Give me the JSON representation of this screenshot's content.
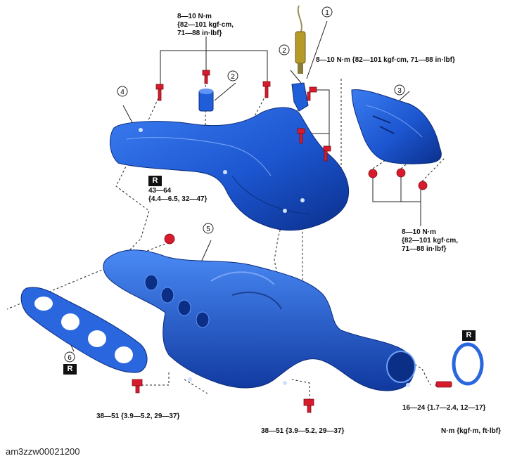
{
  "torques": {
    "top_left": [
      "8—10 N·m",
      "{82—101 kgf·cm,",
      "71—88 in·lbf}"
    ],
    "top_right": "8—10 N·m {82—101 kgf·cm, 71—88 in·lbf}",
    "right_mid": [
      "8—10 N·m",
      "{82—101 kgf·cm,",
      "71—88 in·lbf}"
    ],
    "left_mid": [
      "43—64",
      "{4.4—6.5, 32—47}"
    ],
    "bottom_left": "38—51 {3.9—5.2, 29—37}",
    "bottom_center": "38—51 {3.9—5.2, 29—37}",
    "bottom_right": "16—24 {1.7—2.4, 12—17}"
  },
  "units_note": "N·m {kgf·m, ft·lbf}",
  "replace_badge": "R",
  "callouts": [
    "1",
    "2",
    "2",
    "3",
    "4",
    "5",
    "6"
  ],
  "figure_id": "am3zzw00021200",
  "colors": {
    "part_blue": "#1f5ed8",
    "part_dark": "#0c2f8a",
    "bolt_red": "#d81b2c",
    "sensor_gold": "#b59a2a"
  }
}
